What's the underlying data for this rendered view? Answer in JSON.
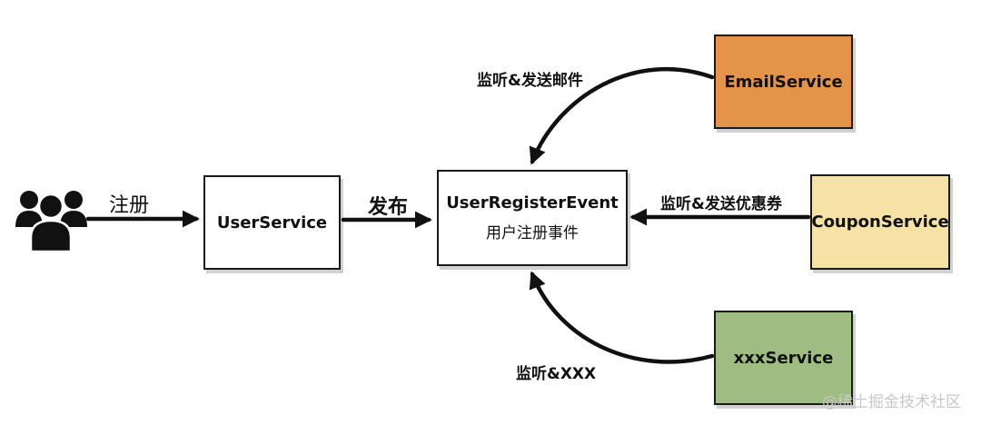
{
  "diagram": {
    "user_icon": "users-group-icon",
    "label_register": "注册",
    "label_publish": "发布",
    "user_service": "UserService",
    "event_title": "UserRegisterEvent",
    "event_subtitle": "用户注册事件",
    "email_service": "EmailService",
    "coupon_service": "CouponService",
    "xxx_service": "xxxService",
    "label_email": "监听&发送邮件",
    "label_coupon": "监听&发送优惠券",
    "label_xxx": "监听&XXX",
    "watermark": "@稀土掘金技术社区"
  },
  "colors": {
    "email_fill": "#e39449",
    "coupon_fill": "#f7e2a6",
    "xxx_fill": "#9fbd82",
    "stroke": "#1a1a1a"
  }
}
